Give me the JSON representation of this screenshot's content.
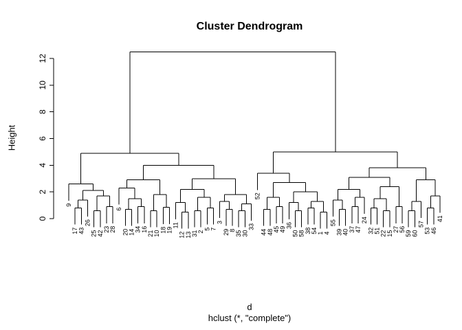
{
  "title": "Cluster Dendrogram",
  "y_axis": {
    "label": "Height",
    "ticks": [
      0,
      2,
      4,
      6,
      8,
      10,
      12
    ],
    "limits": [
      0,
      12.5
    ]
  },
  "x_axis": {
    "label_line1": "d",
    "label_line2": "hclust (*, \"complete\")"
  },
  "colors": {
    "line": "#000000",
    "background": "#ffffff",
    "text": "#000000"
  },
  "chart_data": {
    "type": "dendrogram",
    "clustering_method": "complete",
    "distance_object": "d",
    "n_leaves": 60,
    "root_height": 12.5,
    "hang_drop": 1.25,
    "ylim": [
      0,
      12.5
    ],
    "yticks": [
      0,
      2,
      4,
      6,
      8,
      10,
      12
    ],
    "leaf_order": [
      "9",
      "17",
      "43",
      "26",
      "25",
      "42",
      "23",
      "28",
      "6",
      "20",
      "14",
      "34",
      "16",
      "21",
      "10",
      "18",
      "19",
      "11",
      "12",
      "13",
      "31",
      "2",
      "5",
      "7",
      "3",
      "29",
      "8",
      "35",
      "30",
      "33",
      "52",
      "44",
      "48",
      "45",
      "49",
      "36",
      "50",
      "58",
      "38",
      "54",
      "1",
      "4",
      "55",
      "39",
      "40",
      "37",
      "47",
      "24",
      "32",
      "51",
      "22",
      "15",
      "27",
      "56",
      "59",
      "60",
      "57",
      "53",
      "46",
      "41"
    ],
    "tree": [
      12.5,
      [
        4.9,
        [
          2.6,
          "9",
          [
            2.1,
            [
              1.4,
              [
                0.8,
                "17",
                "43"
              ],
              "26"
            ],
            [
              1.7,
              [
                0.6,
                "25",
                "42"
              ],
              [
                0.9,
                "23",
                "28"
              ]
            ]
          ]
        ],
        [
          4.0,
          [
            2.9,
            [
              2.3,
              "6",
              [
                1.5,
                [
                  0.7,
                  "20",
                  "14"
                ],
                [
                  0.9,
                  "34",
                  "16"
                ]
              ]
            ],
            [
              1.8,
              [
                0.6,
                "21",
                "10"
              ],
              [
                0.85,
                "18",
                "19"
              ]
            ]
          ],
          [
            3.0,
            [
              2.2,
              [
                1.2,
                "11",
                [
                  0.5,
                  "12",
                  "13"
                ]
              ],
              [
                1.6,
                [
                  0.6,
                  "31",
                  "2"
                ],
                [
                  0.8,
                  "5",
                  "7"
                ]
              ]
            ],
            [
              1.8,
              [
                1.3,
                "3",
                [
                  0.7,
                  "29",
                  "8"
                ]
              ],
              [
                1.1,
                [
                  0.6,
                  "35",
                  "30"
                ],
                "33"
              ]
            ]
          ]
        ]
      ],
      [
        5.0,
        [
          3.4,
          "52",
          [
            2.7,
            [
              1.6,
              [
                0.7,
                "44",
                "48"
              ],
              [
                0.9,
                "45",
                "49"
              ]
            ],
            [
              2.0,
              [
                1.2,
                "36",
                [
                  0.6,
                  "50",
                  "58"
                ]
              ],
              [
                1.3,
                [
                  0.8,
                  "38",
                  "54"
                ],
                [
                  0.5,
                  "1",
                  "4"
                ]
              ]
            ]
          ]
        ],
        [
          3.8,
          [
            3.1,
            [
              2.2,
              [
                1.4,
                "55",
                [
                  0.7,
                  "39",
                  "40"
                ]
              ],
              [
                1.6,
                [
                  0.9,
                  "37",
                  "47"
                ],
                "24"
              ]
            ],
            [
              2.4,
              [
                1.5,
                [
                  0.8,
                  "32",
                  "51"
                ],
                [
                  0.6,
                  "22",
                  "15"
                ]
              ],
              [
                0.9,
                "27",
                "56"
              ]
            ]
          ],
          [
            2.9,
            [
              1.3,
              [
                0.6,
                "59",
                "60"
              ],
              "57"
            ],
            [
              1.7,
              [
                0.8,
                "53",
                "46"
              ],
              "41"
            ]
          ]
        ]
      ]
    ]
  }
}
